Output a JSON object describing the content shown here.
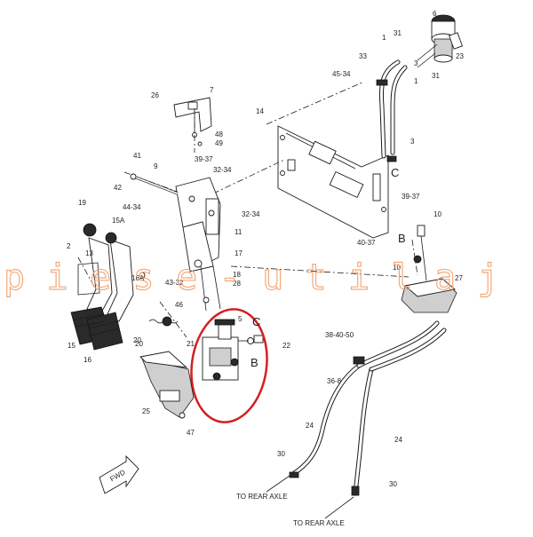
{
  "diagram": {
    "watermark": "piese-utilaj",
    "callouts": [
      {
        "id": "c6",
        "text": "6"
      },
      {
        "id": "c1a",
        "text": "1"
      },
      {
        "id": "c31a",
        "text": "31"
      },
      {
        "id": "c3a",
        "text": "3"
      },
      {
        "id": "c23",
        "text": "23"
      },
      {
        "id": "c33",
        "text": "33"
      },
      {
        "id": "c4534",
        "text": "45-34"
      },
      {
        "id": "c1b",
        "text": "1"
      },
      {
        "id": "c31b",
        "text": "31"
      },
      {
        "id": "c26a",
        "text": "26"
      },
      {
        "id": "c7",
        "text": "7"
      },
      {
        "id": "c14",
        "text": "14"
      },
      {
        "id": "c48",
        "text": "48"
      },
      {
        "id": "c49",
        "text": "49"
      },
      {
        "id": "c3b",
        "text": "3"
      },
      {
        "id": "c41",
        "text": "41"
      },
      {
        "id": "c9",
        "text": "9"
      },
      {
        "id": "c3937a",
        "text": "39-37"
      },
      {
        "id": "c3234a",
        "text": "32-34"
      },
      {
        "id": "c42",
        "text": "42"
      },
      {
        "id": "c3937b",
        "text": "39-37"
      },
      {
        "id": "c4434",
        "text": "44-34"
      },
      {
        "id": "c3234b",
        "text": "32-34"
      },
      {
        "id": "c19",
        "text": "19"
      },
      {
        "id": "c15a",
        "text": "15A"
      },
      {
        "id": "c11",
        "text": "11"
      },
      {
        "id": "c10a",
        "text": "10"
      },
      {
        "id": "c4037",
        "text": "40-37"
      },
      {
        "id": "c2",
        "text": "2"
      },
      {
        "id": "c13",
        "text": "13"
      },
      {
        "id": "c17",
        "text": "17"
      },
      {
        "id": "c10b",
        "text": "10"
      },
      {
        "id": "c27",
        "text": "27"
      },
      {
        "id": "c16a",
        "text": "16A"
      },
      {
        "id": "c4332",
        "text": "43-32"
      },
      {
        "id": "c18",
        "text": "18"
      },
      {
        "id": "c28",
        "text": "28"
      },
      {
        "id": "c5",
        "text": "5"
      },
      {
        "id": "c46",
        "text": "46"
      },
      {
        "id": "c20a",
        "text": "20"
      },
      {
        "id": "c22",
        "text": "22"
      },
      {
        "id": "c21",
        "text": "21"
      },
      {
        "id": "c384050",
        "text": "38-40-50"
      },
      {
        "id": "c15",
        "text": "15"
      },
      {
        "id": "c16",
        "text": "16"
      },
      {
        "id": "c20b",
        "text": "20"
      },
      {
        "id": "c368",
        "text": "36-8"
      },
      {
        "id": "c25",
        "text": "25"
      },
      {
        "id": "c47",
        "text": "47"
      },
      {
        "id": "c24a",
        "text": "24"
      },
      {
        "id": "c24b",
        "text": "24"
      },
      {
        "id": "c30a",
        "text": "30"
      },
      {
        "id": "c30b",
        "text": "30"
      }
    ],
    "letters": {
      "c_top": "C",
      "b_right": "B",
      "c_mid": "C",
      "b_mid": "B"
    },
    "fwd": "FWD",
    "to_rear_axle_1": "TO REAR AXLE",
    "to_rear_axle_2": "TO REAR AXLE",
    "highlight_color": "#d42020",
    "watermark_color": "#f2a97a"
  }
}
